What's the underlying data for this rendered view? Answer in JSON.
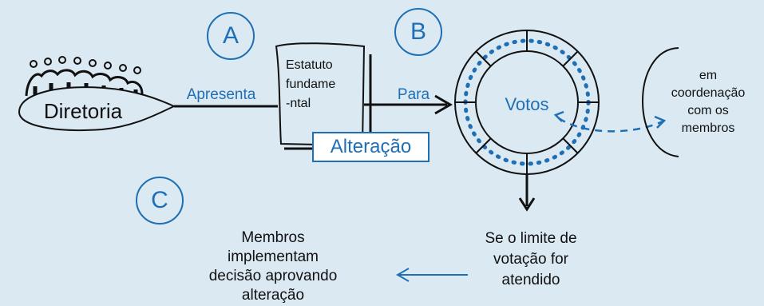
{
  "labels": {
    "a": "A",
    "b": "B",
    "c": "C",
    "diretoria": "Diretoria",
    "apresenta": "Apresenta",
    "estatuto": "Estatuto\nfundame\n-ntal",
    "alteracao": "Alteração",
    "para": "Para",
    "votos": "Votos",
    "coordenacao": "em\ncoordenação\ncom os\nmembros",
    "limite": "Se o limite de\nvotação for\natendido",
    "membros": "Membros\nimplementam\ndecisão aprovando\nalteração"
  },
  "colors": {
    "background": "#dbe9f3",
    "accent": "#1f6fb5",
    "ink": "#111111"
  },
  "icons": {
    "people": "people-group-icon"
  }
}
